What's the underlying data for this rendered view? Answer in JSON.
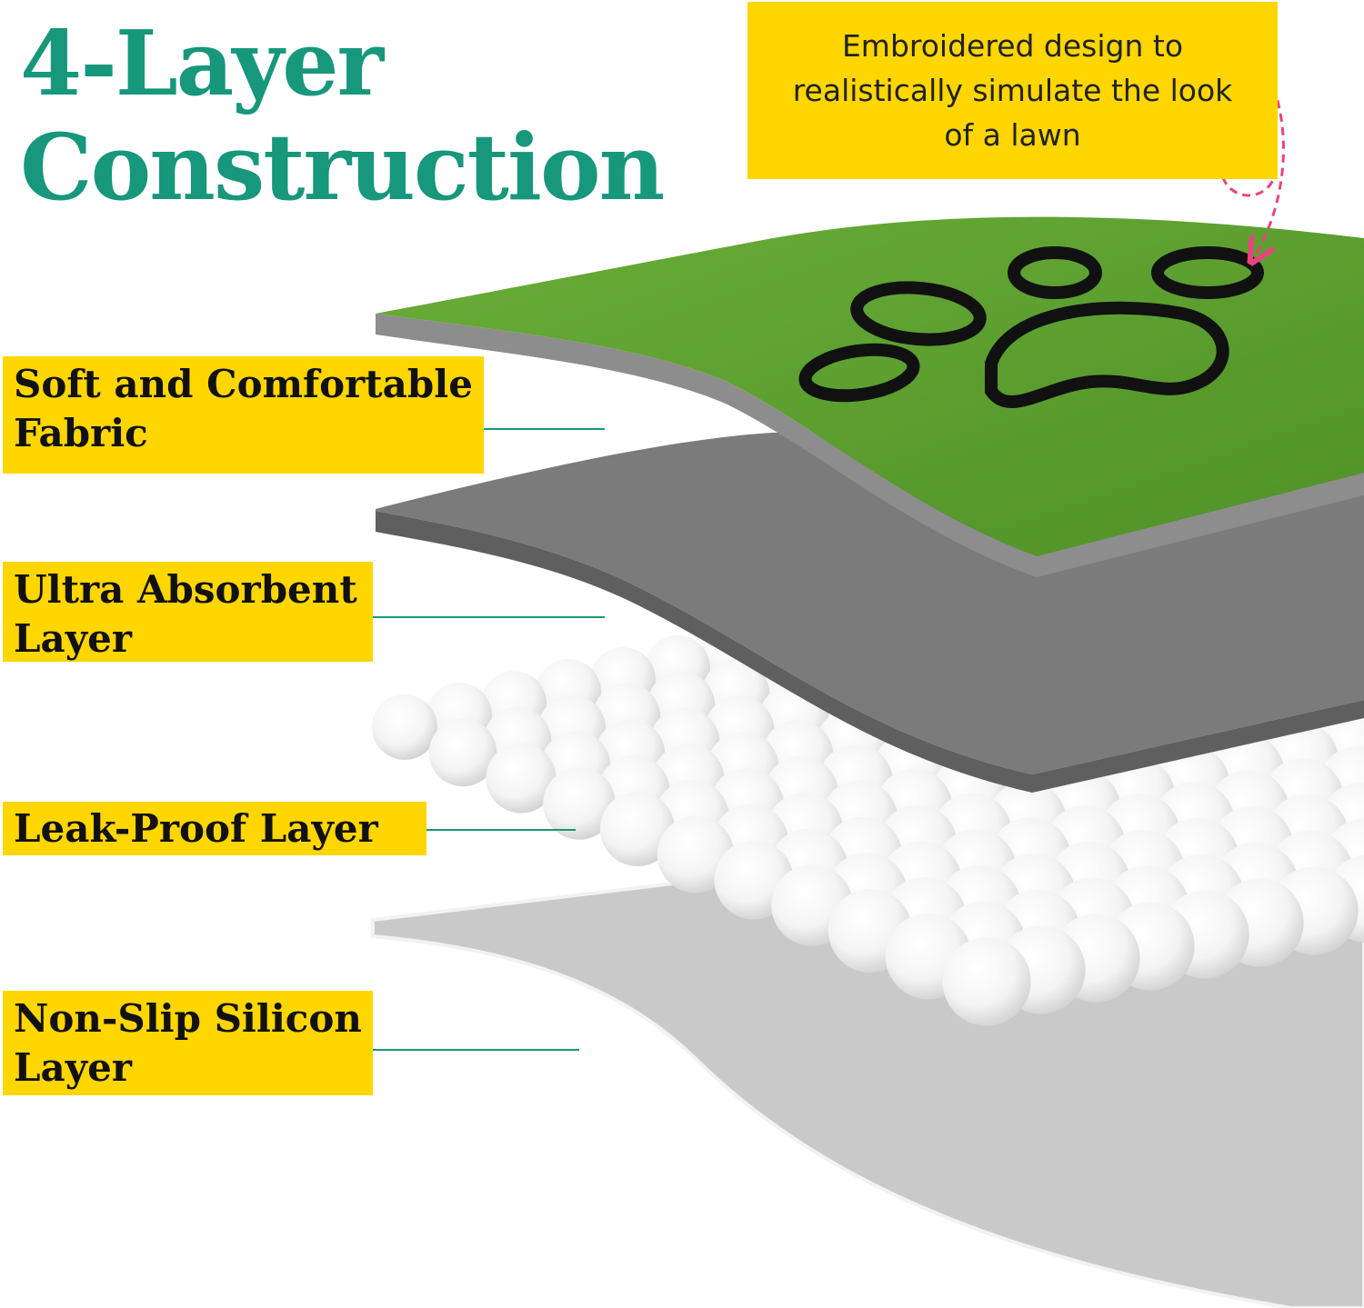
{
  "title": {
    "line1": "4-Layer",
    "line2": "Construction"
  },
  "callout": {
    "text": "Embroidered design to realistically simulate the look of a lawn"
  },
  "layers": [
    {
      "label": "Soft and Comfortable\nFabric"
    },
    {
      "label": "Ultra Absorbent\nLayer"
    },
    {
      "label": "Leak-Proof Layer"
    },
    {
      "label": "Non-Slip Silicon\nLayer"
    }
  ],
  "colors": {
    "accent": "#17977b",
    "label_bg": "#ffd600",
    "grass": "#5c9e2f",
    "arrow": "#e8447f"
  }
}
